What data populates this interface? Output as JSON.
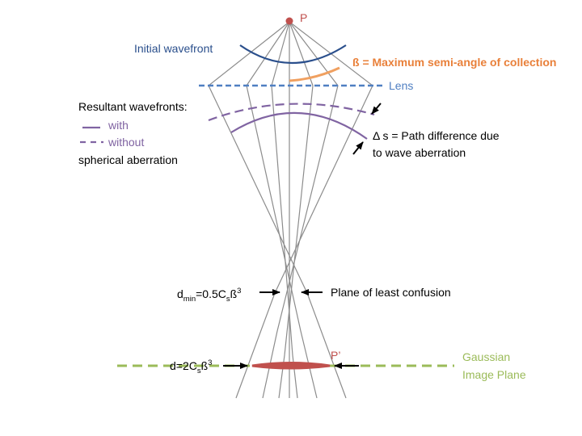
{
  "labels": {
    "point_p": "P",
    "point_p_prime": "P’",
    "initial_wavefront": "Initial wavefront",
    "beta_symbol": "ß",
    "beta_text": " = Maximum semi-angle of collection",
    "lens": "Lens",
    "resultant_title": "Resultant wavefronts:",
    "legend_with": "with",
    "legend_without": "without",
    "spherical_aberration": "spherical aberration",
    "path_diff_line1": "Δ s = Path difference due",
    "path_diff_line2": "to wave aberration",
    "dmin_d": "d",
    "dmin_sub": "min",
    "dmin_eq": "=0.5C",
    "dmin_s": "s",
    "dmin_beta": "ß",
    "dmin_exp": "3",
    "least_confusion": "Plane of least confusion",
    "d_d": "d=2C",
    "d_s": "s",
    "d_beta": "ß",
    "d_exp": "3",
    "gaussian_line1": "Gaussian",
    "gaussian_line2": "Image Plane"
  },
  "colors": {
    "ray": "#8c8c8c",
    "initial_wavefront": "#2a4f8c",
    "angle_arc": "#f0a060",
    "beta_text": "#e9803a",
    "lens": "#4f7fc2",
    "resultant_wavefront": "#8064a2",
    "legend_text": "#8064a2",
    "point_p": "#c0504d",
    "image_spot": "#c0504d",
    "gaussian_plane": "#9bbb59",
    "text": "#000000"
  }
}
